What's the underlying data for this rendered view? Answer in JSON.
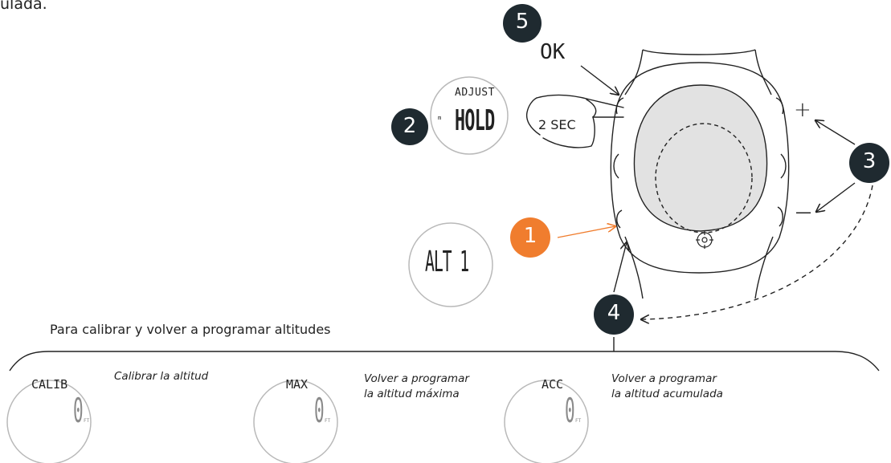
{
  "top_fragment": "ulada.",
  "steps": [
    "1",
    "2",
    "3",
    "4",
    "5"
  ],
  "ok_label": "OK",
  "press_duration": "2 SEC",
  "display_adjust": {
    "top": "ADJUST",
    "main": "HOLD",
    "side": "m"
  },
  "display_alt": {
    "main": "ALT 1"
  },
  "plus_label": "+",
  "minus_label": "—",
  "section_title": "Para calibrar y volver a programar altitudes",
  "options": [
    {
      "display_label": "CALIB",
      "value": "0",
      "unit": "FT",
      "note": [
        "Calibrar la altitud"
      ]
    },
    {
      "display_label": "MAX",
      "value": "0",
      "unit": "FT",
      "note": [
        "Volver a programar",
        "la altitud máxima"
      ]
    },
    {
      "display_label": "ACC",
      "value": "0",
      "unit": "FT",
      "note": [
        "Volver a programar",
        "la altitud acumulada"
      ]
    }
  ],
  "colors": {
    "ink": "#222222",
    "accent": "#f07d2e",
    "badge": "#1f2a30",
    "circle": "#b9b9b9",
    "watch_face": "#e2e2e2"
  },
  "icons": [
    "compass-icon",
    "hand-pointer-icon"
  ]
}
